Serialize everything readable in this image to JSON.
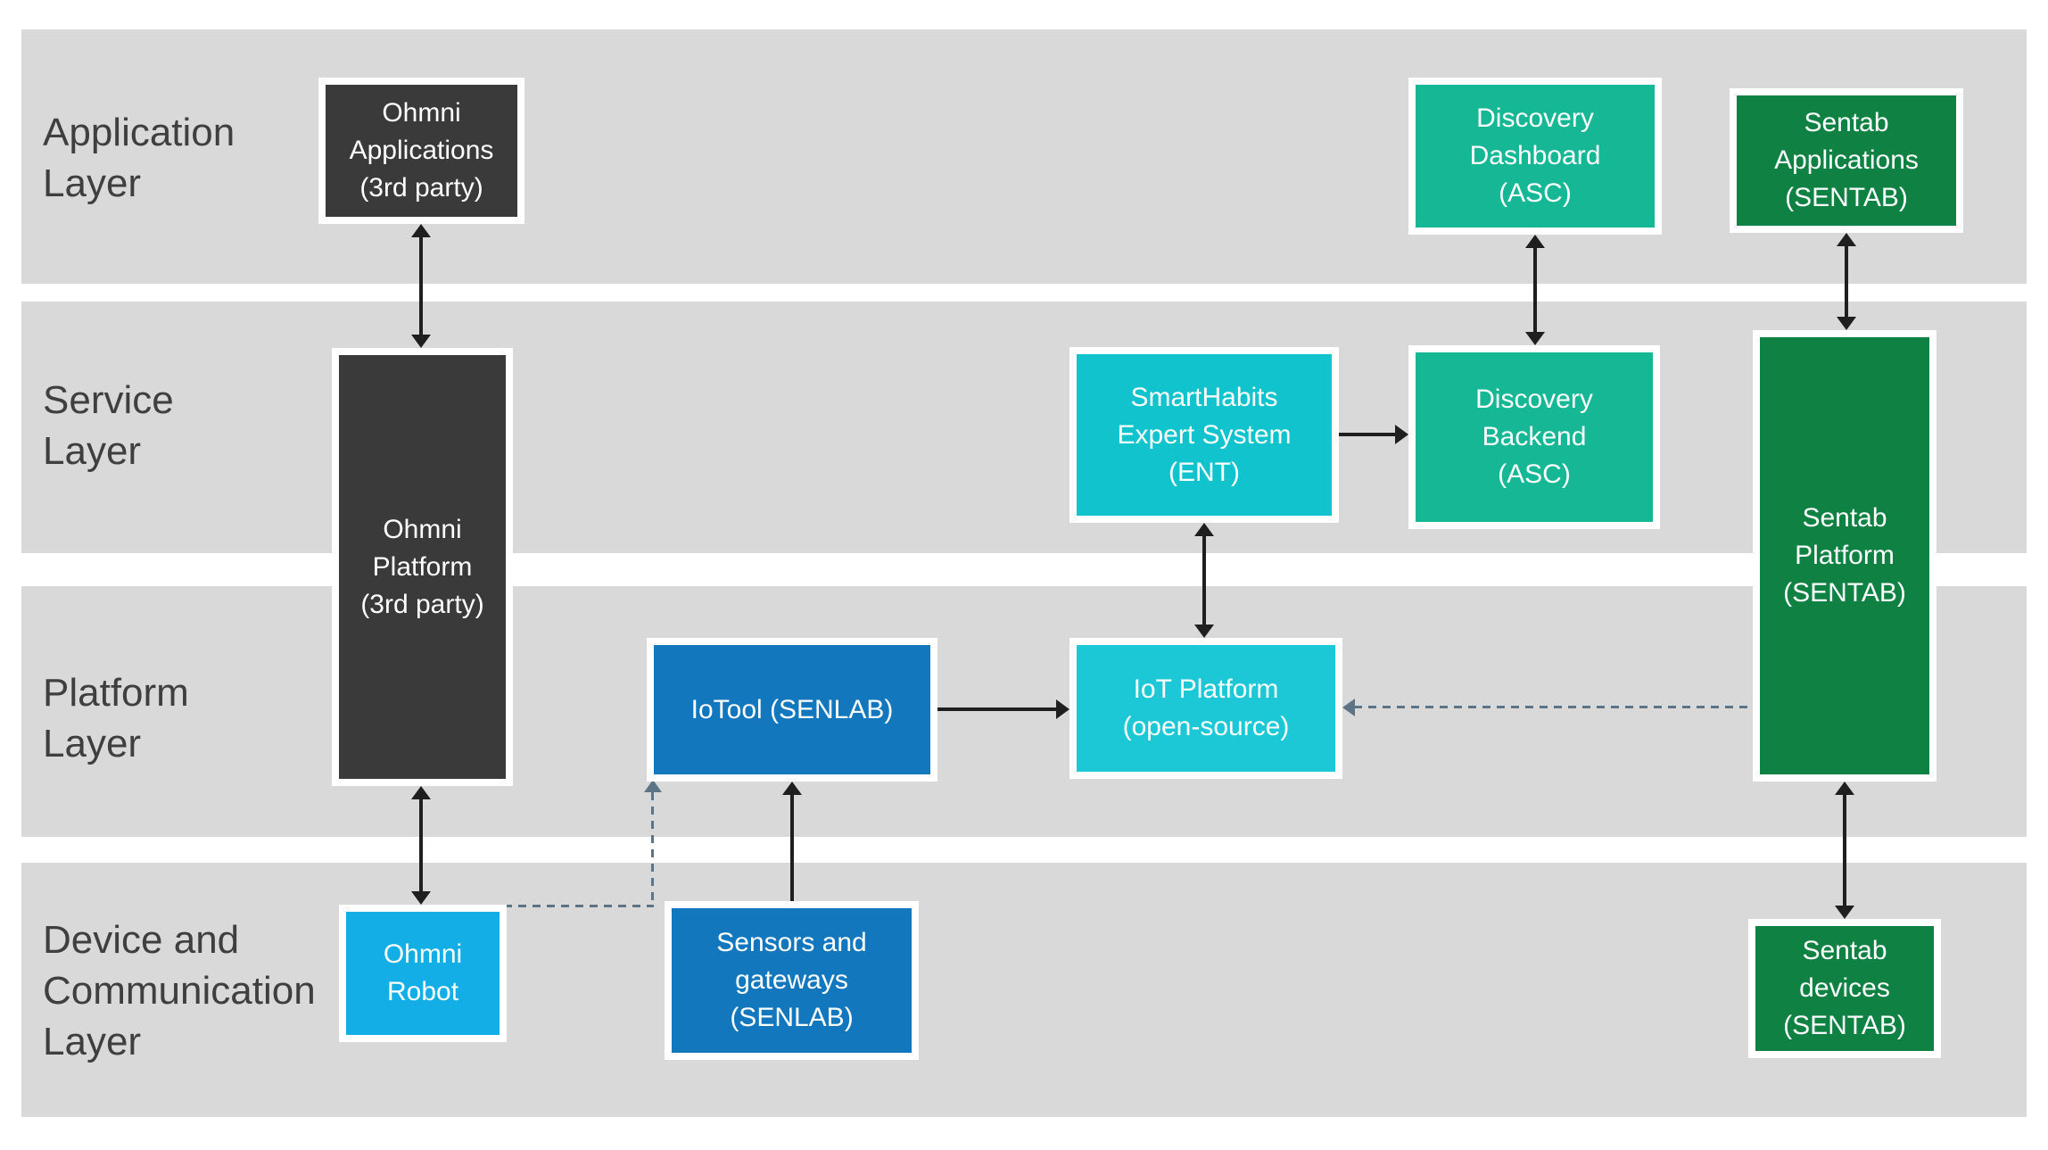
{
  "colors": {
    "background": "#ffffff",
    "layer_band": "#d9d9d9",
    "layer_label_text": "#3f3f3f",
    "solid_arrow": "#1f1f1f",
    "dashed_arrow": "#5d7486",
    "box_border": "#ffffff",
    "box_text": "#ffffff",
    "dark_gray": "#3a3a3a",
    "asc_teal": "#15b795",
    "sentab_green": "#0e8143",
    "cyan": "#15c5d1",
    "senlab_blue": "#1277bd",
    "robot_light_blue": "#14aee6"
  },
  "layers": [
    {
      "name": "application",
      "lines": [
        "Application",
        "Layer"
      ]
    },
    {
      "name": "service",
      "lines": [
        "Service",
        "Layer"
      ]
    },
    {
      "name": "platform",
      "lines": [
        "Platform",
        "Layer"
      ]
    },
    {
      "name": "device_communication",
      "lines": [
        "Device and",
        "Communication",
        "Layer"
      ]
    }
  ],
  "boxes": {
    "ohmni_applications": {
      "lines": [
        "Ohmni",
        "Applications",
        "(3rd party)"
      ],
      "color": "#3a3a3a"
    },
    "discovery_dashboard": {
      "lines": [
        "Discovery",
        "Dashboard",
        "(ASC)"
      ],
      "color": "#15b795"
    },
    "sentab_applications": {
      "lines": [
        "Sentab",
        "Applications",
        "(SENTAB)"
      ],
      "color": "#0e8143"
    },
    "ohmni_platform": {
      "lines": [
        "Ohmni",
        "Platform",
        "(3rd party)"
      ],
      "color": "#3a3a3a"
    },
    "smarthabits_expert_system": {
      "lines": [
        "SmartHabits",
        "Expert System",
        "(ENT)"
      ],
      "color": "#11c3cd"
    },
    "discovery_backend": {
      "lines": [
        "Discovery",
        "Backend",
        "(ASC)"
      ],
      "color": "#15b795"
    },
    "sentab_platform": {
      "lines": [
        "Sentab",
        "Platform",
        "(SENTAB)"
      ],
      "color": "#0e8143"
    },
    "iotool": {
      "lines": [
        "IoTool (SENLAB)"
      ],
      "color": "#1277bd"
    },
    "iot_platform": {
      "lines": [
        "IoT Platform",
        "(open-source)"
      ],
      "color": "#1cc8d6"
    },
    "ohmni_robot": {
      "lines": [
        "Ohmni",
        "Robot"
      ],
      "color": "#14aee6"
    },
    "sensors_gateways": {
      "lines": [
        "Sensors and",
        "gateways",
        "(SENLAB)"
      ],
      "color": "#1277bd"
    },
    "sentab_devices": {
      "lines": [
        "Sentab",
        "devices",
        "(SENTAB)"
      ],
      "color": "#0e8143"
    }
  },
  "connections": [
    {
      "from": "ohmni_applications",
      "to": "ohmni_platform",
      "style": "solid",
      "direction": "both"
    },
    {
      "from": "ohmni_platform",
      "to": "ohmni_robot",
      "style": "solid",
      "direction": "both"
    },
    {
      "from": "discovery_dashboard",
      "to": "discovery_backend",
      "style": "solid",
      "direction": "both"
    },
    {
      "from": "sentab_applications",
      "to": "sentab_platform",
      "style": "solid",
      "direction": "both"
    },
    {
      "from": "sentab_platform",
      "to": "sentab_devices",
      "style": "solid",
      "direction": "both"
    },
    {
      "from": "smarthabits_expert_system",
      "to": "iot_platform",
      "style": "solid",
      "direction": "both"
    },
    {
      "from": "smarthabits_expert_system",
      "to": "discovery_backend",
      "style": "solid",
      "direction": "forward"
    },
    {
      "from": "iotool",
      "to": "iot_platform",
      "style": "solid",
      "direction": "forward"
    },
    {
      "from": "sensors_gateways",
      "to": "iotool",
      "style": "solid",
      "direction": "forward"
    },
    {
      "from": "ohmni_robot",
      "to": "iotool",
      "style": "dashed",
      "direction": "forward"
    },
    {
      "from": "sentab_platform",
      "to": "iot_platform",
      "style": "dashed",
      "direction": "forward"
    }
  ]
}
